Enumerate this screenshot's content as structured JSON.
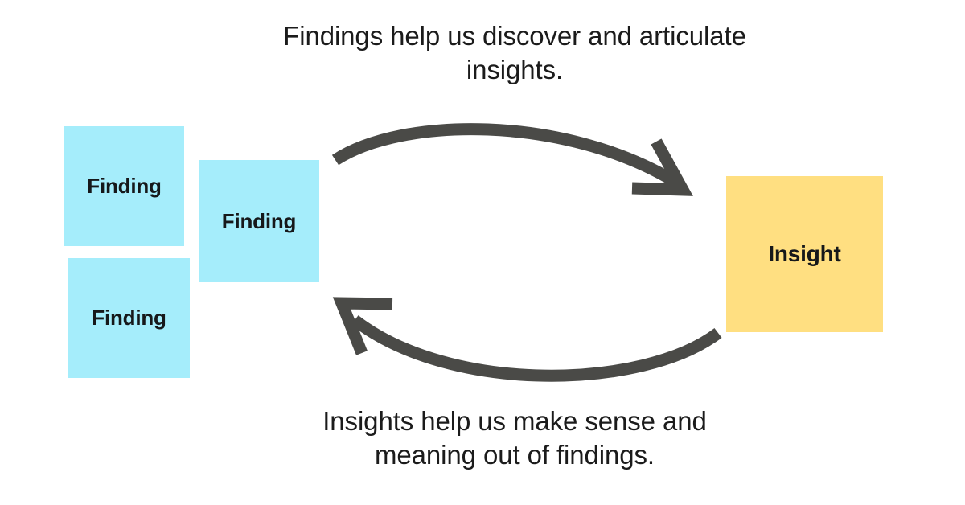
{
  "diagram": {
    "title_top": "Findings help us discover and articulate insights.",
    "title_bottom": "Insights help us make sense and meaning out of findings.",
    "colors": {
      "finding_fill": "#a5edfb",
      "insight_fill": "#ffdf81",
      "arrow_stroke": "#4a4a47",
      "text": "#1b1b1b",
      "background": "#ffffff"
    },
    "nodes": [
      {
        "id": "finding-1",
        "label": "Finding",
        "type": "finding"
      },
      {
        "id": "finding-2",
        "label": "Finding",
        "type": "finding"
      },
      {
        "id": "finding-3",
        "label": "Finding",
        "type": "finding"
      },
      {
        "id": "insight-1",
        "label": "Insight",
        "type": "insight"
      }
    ],
    "arrows": [
      {
        "id": "arrow-findings-to-insight",
        "icon": "curved-arrow-right-icon",
        "direction": "findings-to-insight",
        "caption": "Findings help us discover and articulate insights."
      },
      {
        "id": "arrow-insight-to-findings",
        "icon": "curved-arrow-left-icon",
        "direction": "insight-to-findings",
        "caption": "Insights help us make sense and meaning out of findings."
      }
    ]
  }
}
